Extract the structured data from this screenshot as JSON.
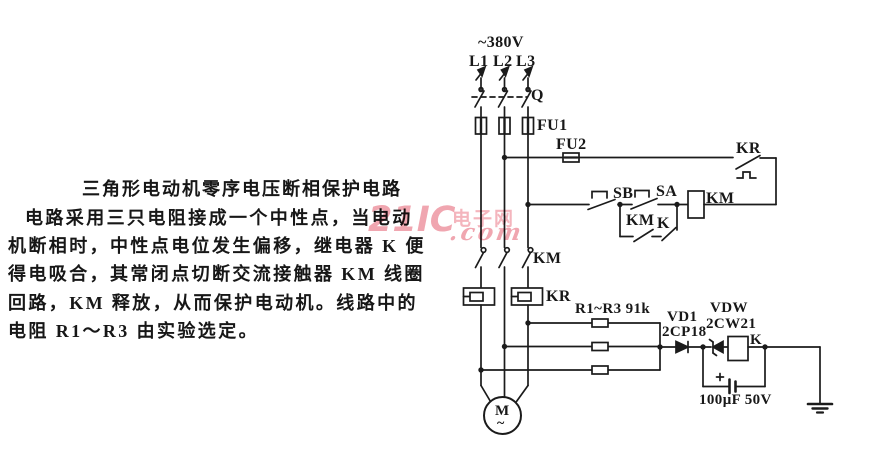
{
  "article": {
    "title": "三角形电动机零序电压断相保护电路",
    "lines": [
      "电路采用三只电阻接成一个中性点，当电动",
      "机断相时，中性点电位发生偏移，继电器 K 便",
      "得电吸合，其常闭点切断交流接触器 KM 线圈",
      "回路，KM 释放，从而保护电动机。线路中的",
      "电阻 R1～R3 由实验选定。"
    ]
  },
  "watermark": {
    "big": "21IC",
    "cn": "电子网",
    "script": ".com",
    "color": "#ee96a2"
  },
  "circuit": {
    "labels": {
      "supply": "~380V",
      "l1": "L1",
      "l2": "L2",
      "l3": "L3",
      "q": "Q",
      "fu1": "FU1",
      "fu2": "FU2",
      "kr_top": "KR",
      "sb": "SB",
      "sa": "SA",
      "km_coil": "KM",
      "km_latch": "KM",
      "k_latch": "K",
      "km_main": "KM",
      "kr_heater": "KR",
      "r_label": "R1~R3 91k",
      "vd1": "VD1",
      "vd1_part": "2CP18",
      "vdw": "VDW",
      "vdw_part": "2CW21",
      "k_relay": "K",
      "cap": "100μF 50V",
      "motor": "M",
      "motor_wave": "~"
    }
  }
}
